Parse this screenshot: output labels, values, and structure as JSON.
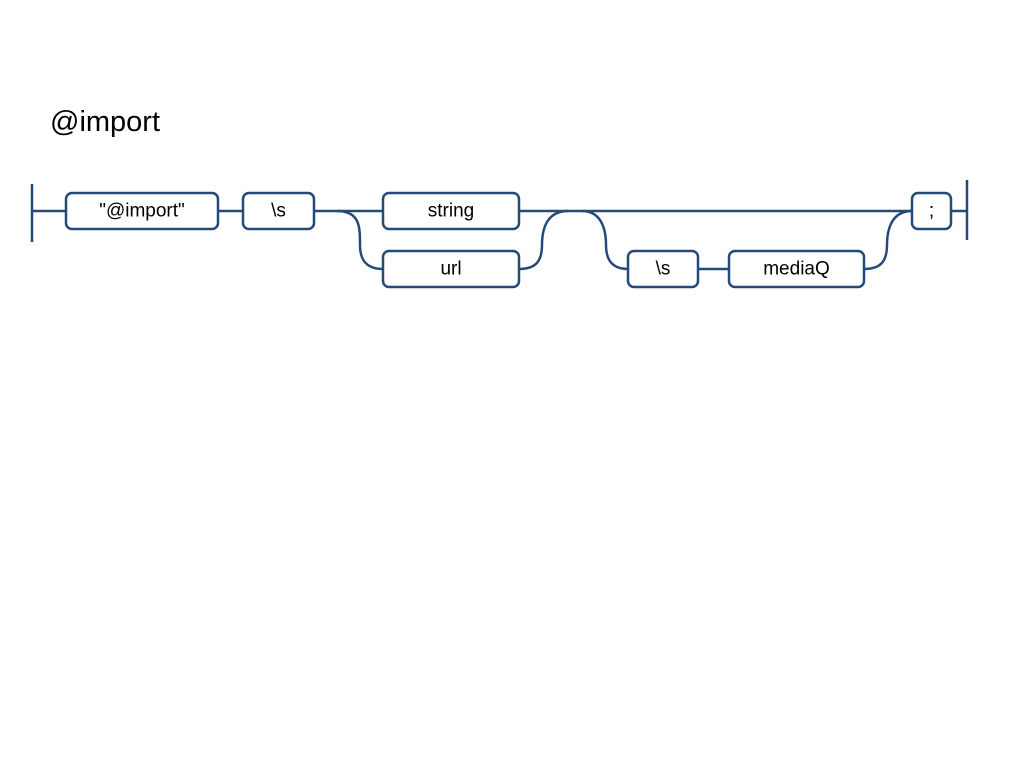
{
  "title": "@import",
  "colors": {
    "rail": "#234a78",
    "text": "#000000",
    "background": "#ffffff"
  },
  "nodes": {
    "import_keyword": "\"@import\"",
    "whitespace_1": "\\s",
    "string": "string",
    "url": "url",
    "whitespace_2": "\\s",
    "media_query": "mediaQ",
    "semicolon": ";"
  }
}
